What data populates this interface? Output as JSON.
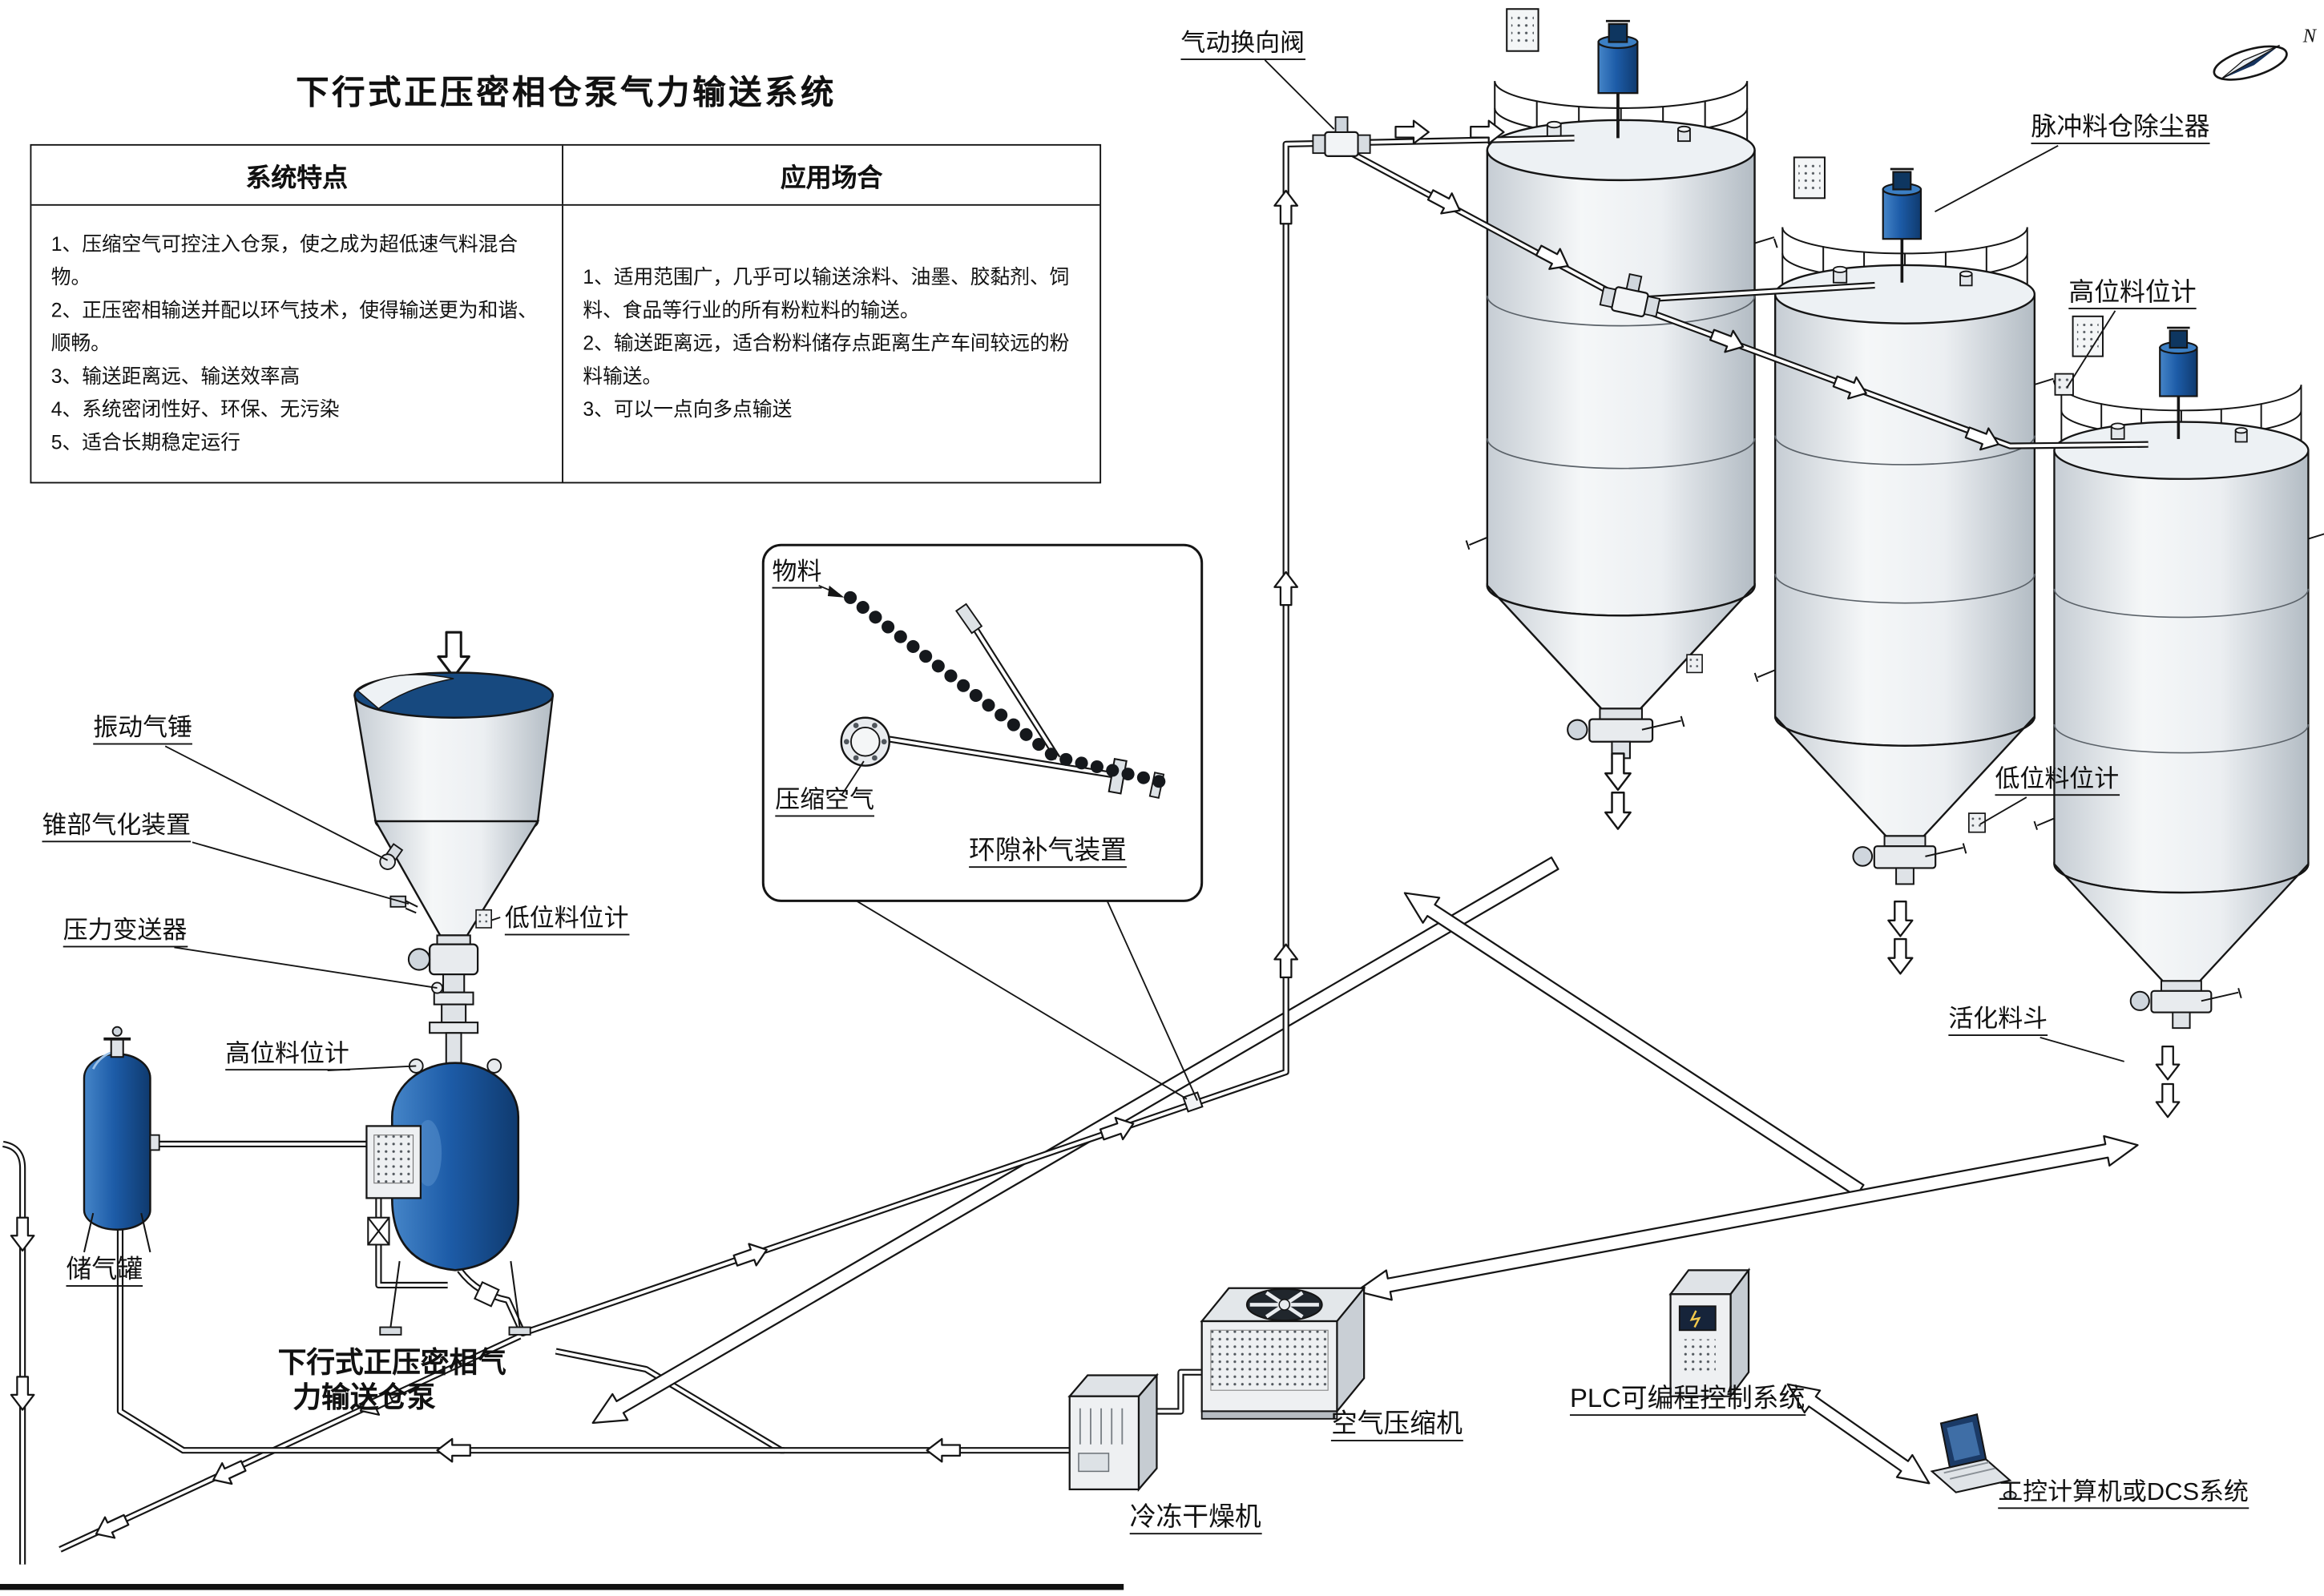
{
  "title": "下行式正压密相仓泵气力输送系统",
  "compass": {
    "label": "N"
  },
  "info_table": {
    "headers": [
      "系统特点",
      "应用场合"
    ],
    "features": [
      "1、压缩空气可控注入仓泵，使之成为超低速气料混合物。",
      "2、正压密相输送并配以环气技术，使得输送更为和谐、顺畅。",
      "3、输送距离远、输送效率高",
      "4、系统密闭性好、环保、无污染",
      "5、适合长期稳定运行"
    ],
    "applications": [
      "1、适用范围广，几乎可以输送涂料、油墨、胶黏剂、饲料、食品等行业的所有粉粒料的输送。",
      "2、输送距离远，适合粉料储存点距离生产车间较远的粉料输送。",
      "3、可以一点向多点输送"
    ]
  },
  "labels": {
    "diverter_valve": "气动换向阀",
    "pulse_dust_collector": "脉冲料仓除尘器",
    "high_level_indicator_silo": "高位料位计",
    "low_level_indicator_silo": "低位料位计",
    "activation_hopper": "活化料斗",
    "vibration_hammer": "振动气锤",
    "cone_aeration_device": "锥部气化装置",
    "pressure_transmitter": "压力变送器",
    "high_level_indicator_pump": "高位料位计",
    "low_level_indicator_pump": "低位料位计",
    "air_tank": "储气罐",
    "material": "物料",
    "compressed_air": "压缩空气",
    "annular_air_device": "环隙补气装置",
    "pump_name_line1": "下行式正压密相气",
    "pump_name_line2": "力输送仓泵",
    "air_compressor": "空气压缩机",
    "freeze_dryer": "冷冻干燥机",
    "plc_system": "PLC可编程控制系统",
    "industrial_computer": "工控计算机或DCS系统"
  },
  "colors": {
    "line": "#151515",
    "vessel_blue": "#1d5ca8",
    "vessel_blue_dark": "#0f3a6e",
    "silo_light": "#eef1f4",
    "silo_shade": "#b3bcc4",
    "background": "#ffffff"
  }
}
